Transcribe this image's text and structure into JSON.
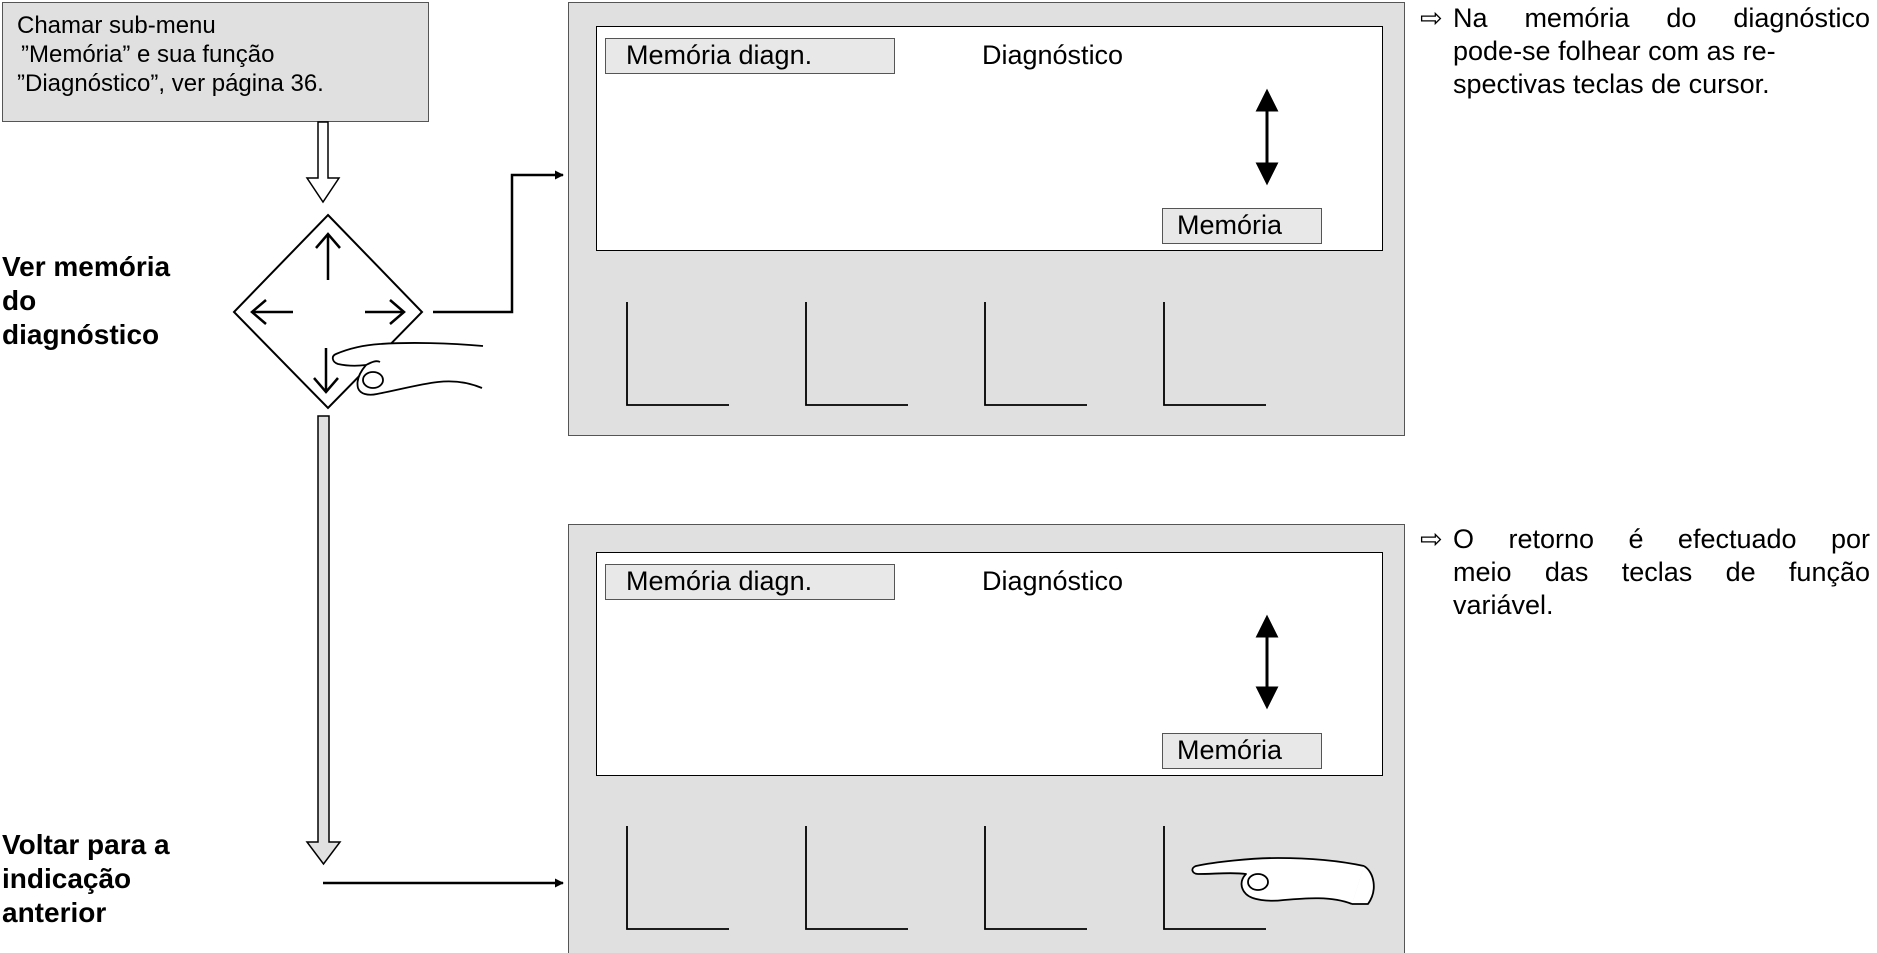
{
  "callout": {
    "line1": "Chamar sub‑menu",
    "line2": "”Memória” e sua função",
    "line3": "”Diagnóstico”, ver página 36."
  },
  "steps": {
    "view": {
      "lines": [
        "Ver memória",
        "do",
        "diagnóstico"
      ]
    },
    "back": {
      "lines": [
        "Voltar para a",
        "indicação",
        "anterior"
      ]
    }
  },
  "screens": {
    "top": {
      "tab_label": "Memória diagn.",
      "title": "Diagnóstico",
      "softkey_label": "Memória"
    },
    "bottom": {
      "tab_label": "Memória diagn.",
      "title": "Diagnóstico",
      "softkey_label": "Memória"
    }
  },
  "notes": {
    "note1": {
      "arrow": "⇨",
      "line1": [
        "Na",
        "memória",
        "do",
        "diagnóstico"
      ],
      "line2": "pode‑se folhear com as re‑",
      "line3": "spectivas teclas de cursor."
    },
    "note2": {
      "arrow": "⇨",
      "line1": [
        "O",
        "retorno",
        "é",
        "efectuado",
        "por"
      ],
      "line2": [
        "meio",
        "das",
        "teclas",
        "de",
        "função"
      ],
      "line3": "variável."
    }
  }
}
